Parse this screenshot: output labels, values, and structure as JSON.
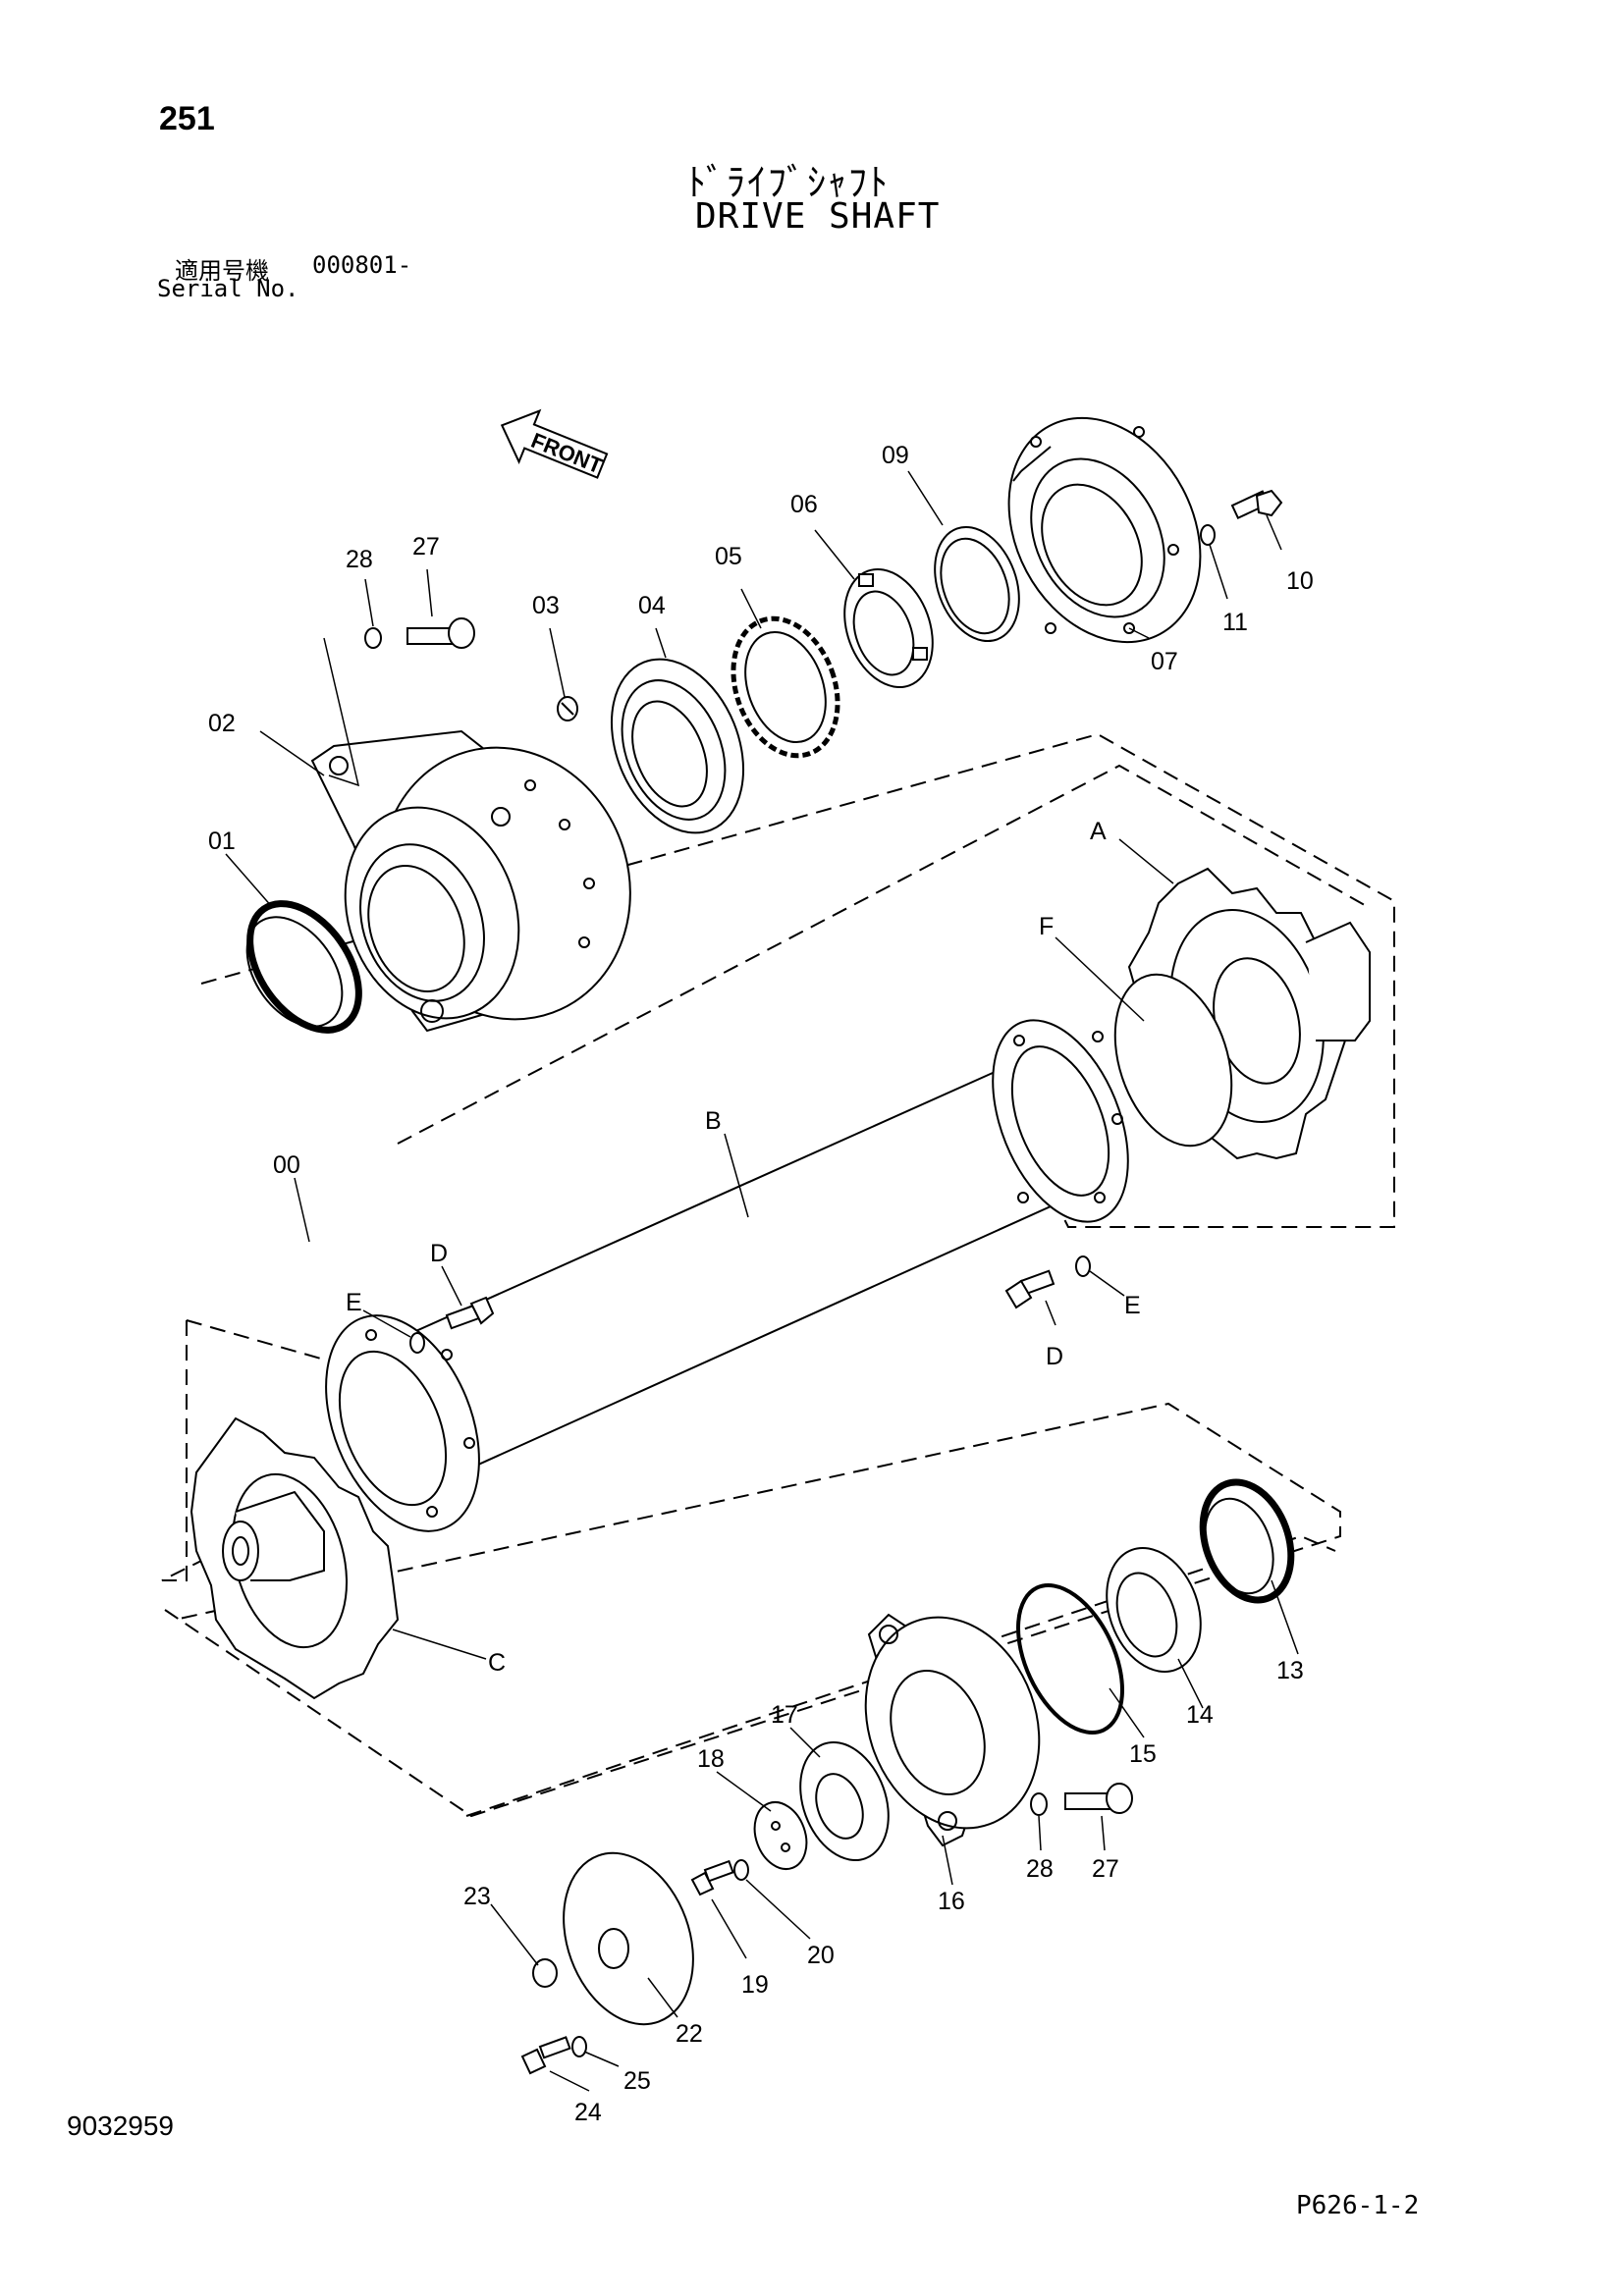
{
  "header": {
    "page_number": "251",
    "title_jp": "ﾄﾞﾗｲﾌﾞｼｬﾌﾄ",
    "title_en": "DRIVE SHAFT",
    "serial_label_jp": "適用号機",
    "serial_value": "000801-",
    "serial_label_en": "Serial No."
  },
  "footer": {
    "drawing_number": "9032959",
    "sheet_code": "P626-1-2"
  },
  "diagram": {
    "front_arrow_label": "FRONT",
    "callouts": {
      "p00": "00",
      "p01": "01",
      "p02": "02",
      "p03": "03",
      "p04": "04",
      "p05": "05",
      "p06": "06",
      "p07": "07",
      "p09": "09",
      "p10": "10",
      "p11": "11",
      "p13": "13",
      "p14": "14",
      "p15": "15",
      "p16": "16",
      "p17": "17",
      "p18": "18",
      "p19": "19",
      "p20": "20",
      "p22": "22",
      "p23": "23",
      "p24": "24",
      "p25": "25",
      "p27a": "27",
      "p28a": "28",
      "p27b": "27",
      "p28b": "28",
      "A": "A",
      "B": "B",
      "C": "C",
      "D1": "D",
      "D2": "D",
      "E1": "E",
      "E2": "E",
      "F": "F"
    }
  }
}
